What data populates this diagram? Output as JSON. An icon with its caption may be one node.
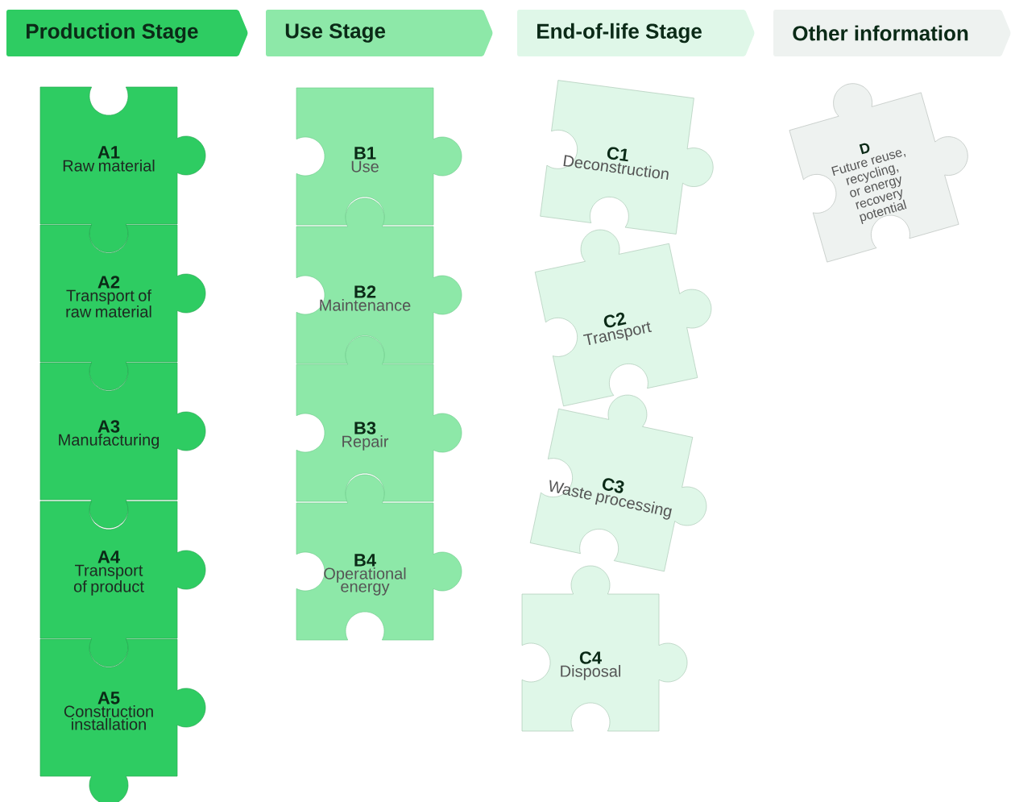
{
  "diagram": {
    "nodes": [
      {
        "text": [
          "Production Stage"
        ]
      },
      {
        "text": [
          "Use Stage"
        ]
      },
      {
        "text": [
          "End-of-life Stage"
        ]
      },
      {
        "text": [
          "Other information"
        ]
      },
      {
        "text": [
          "A1",
          "Raw material"
        ]
      },
      {
        "text": [
          "A2",
          "Transport of raw material"
        ]
      },
      {
        "text": [
          "A3",
          "Manufacturing"
        ]
      },
      {
        "text": [
          "A4",
          "Transport of product"
        ]
      },
      {
        "text": [
          "A5",
          "Construction installation"
        ]
      },
      {
        "text": [
          "B1",
          "Use"
        ]
      },
      {
        "text": [
          "B2",
          "Maintenance"
        ]
      },
      {
        "text": [
          "B3",
          "Repair"
        ]
      },
      {
        "text": [
          "B4",
          "Operational energy"
        ]
      },
      {
        "text": [
          "C1",
          "Deconstruction"
        ]
      },
      {
        "text": [
          "C2",
          "Transport"
        ]
      },
      {
        "text": [
          "C3",
          "Waste processing"
        ]
      },
      {
        "text": [
          "C4",
          "Disposal"
        ]
      },
      {
        "text": [
          "D",
          "Future reuse, recycling, or energy recovery potential"
        ]
      }
    ]
  }
}
